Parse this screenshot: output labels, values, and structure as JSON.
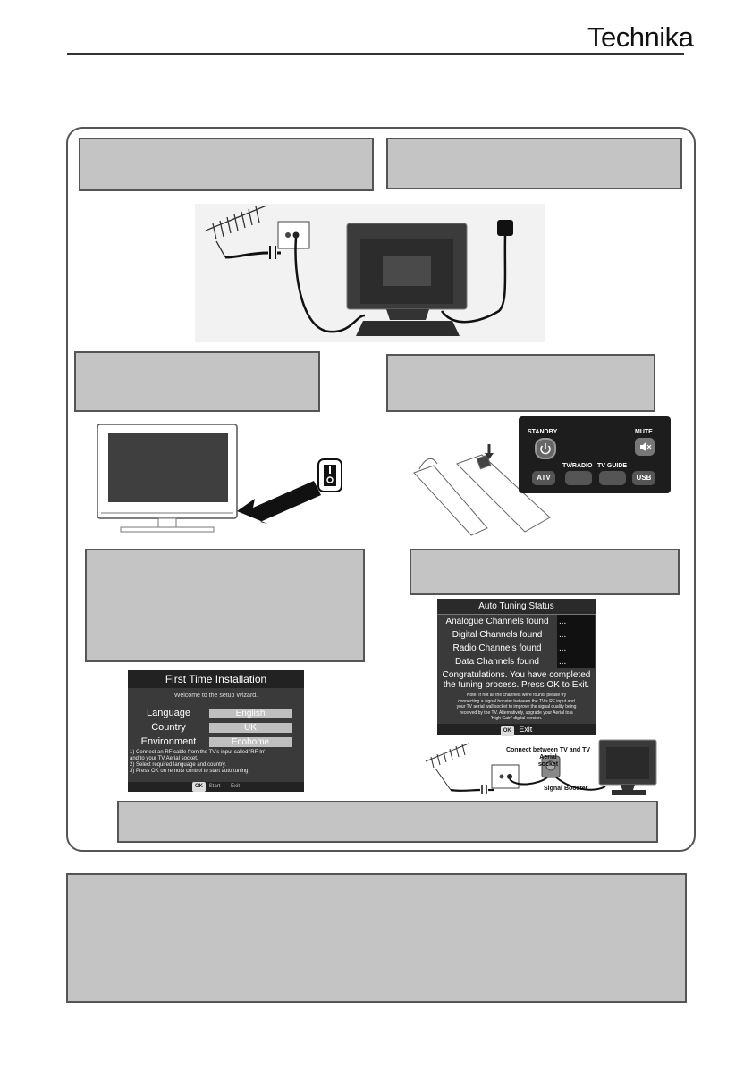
{
  "header": {
    "brand": "Technika"
  },
  "setup_screen": {
    "title": "First Time Installation",
    "welcome": "Welcome to the setup Wizard.",
    "fields": [
      {
        "label": "Language",
        "value": "English"
      },
      {
        "label": "Country",
        "value": "UK"
      },
      {
        "label": "Environment",
        "value": "Ecohome"
      }
    ],
    "instructions": [
      "1) Connect an RF cable from the TV's input called 'RF-In'",
      "and to your TV Aerial socket.",
      "2) Select required language and country.",
      "3) Press OK on remote control to start auto tuning."
    ],
    "footer_key1": "OK",
    "footer_start": "Start",
    "footer_exit": "Exit"
  },
  "tuning_screen": {
    "title": "Auto Tuning Status",
    "rows": [
      {
        "label": "Analogue  Channels found",
        "value": "..."
      },
      {
        "label": "Digital Channels found",
        "value": "..."
      },
      {
        "label": "Radio Channels found",
        "value": "..."
      },
      {
        "label": "Data Channels found",
        "value": "..."
      }
    ],
    "congrats_line1": "Congratulations. You have completed",
    "congrats_line2": "the tuning process. Press OK to Exit.",
    "note_lines": [
      "Note: If not all the channels were found, please try",
      "connecting a signal booster between the TV's RF input and",
      "your TV aerial wall socket to improve the signal quality being",
      "received by the TV. Alternatively, upgrade your Aerial to a",
      "'High Gain' digital version."
    ],
    "footer_key": "OK",
    "footer_exit": "Exit"
  },
  "remote": {
    "standby": "STANDBY",
    "mute": "MUTE",
    "atv": "ATV",
    "tvradio": "TV/RADIO",
    "tvguide": "TV GUIDE",
    "usb": "USB"
  },
  "booster_diagram": {
    "connect_line1": "Connect between TV and TV Aerial",
    "connect_line2": "socket",
    "booster_label": "Signal Booster"
  },
  "colors": {
    "caption_box": "#c4c4c4",
    "osd_background": "#3a3a3a",
    "border": "#555555"
  }
}
